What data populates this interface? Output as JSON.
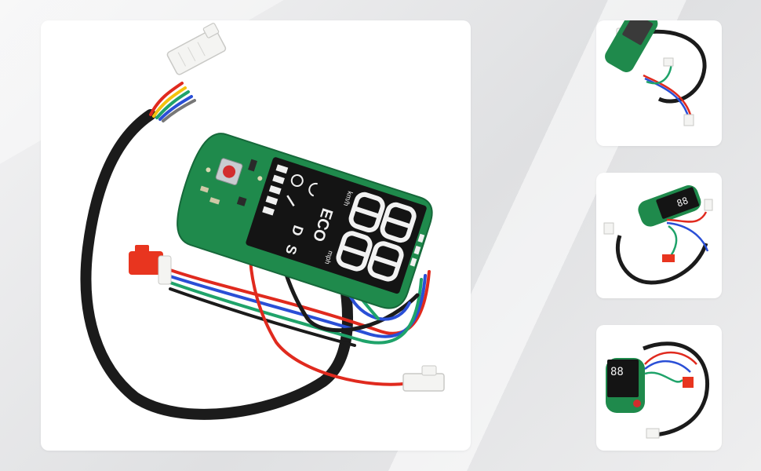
{
  "main_image": {
    "display": {
      "mode_eco": "ECO",
      "mode_d": "D",
      "mode_s": "S",
      "unit_kmh": "km/h",
      "unit_mph": "mph"
    }
  },
  "thumbnails": [
    {
      "selected": true
    },
    {
      "selected": false
    },
    {
      "selected": false
    }
  ],
  "colors": {
    "pcb_green": "#1f8a4c",
    "display_black": "#141414",
    "wire_black": "#1b1b1b",
    "wire_red": "#e02a1e",
    "wire_blue": "#2a4fd6",
    "wire_green": "#1fa36a",
    "connector_white": "#f4f4f2",
    "connector_red": "#e8351f"
  }
}
